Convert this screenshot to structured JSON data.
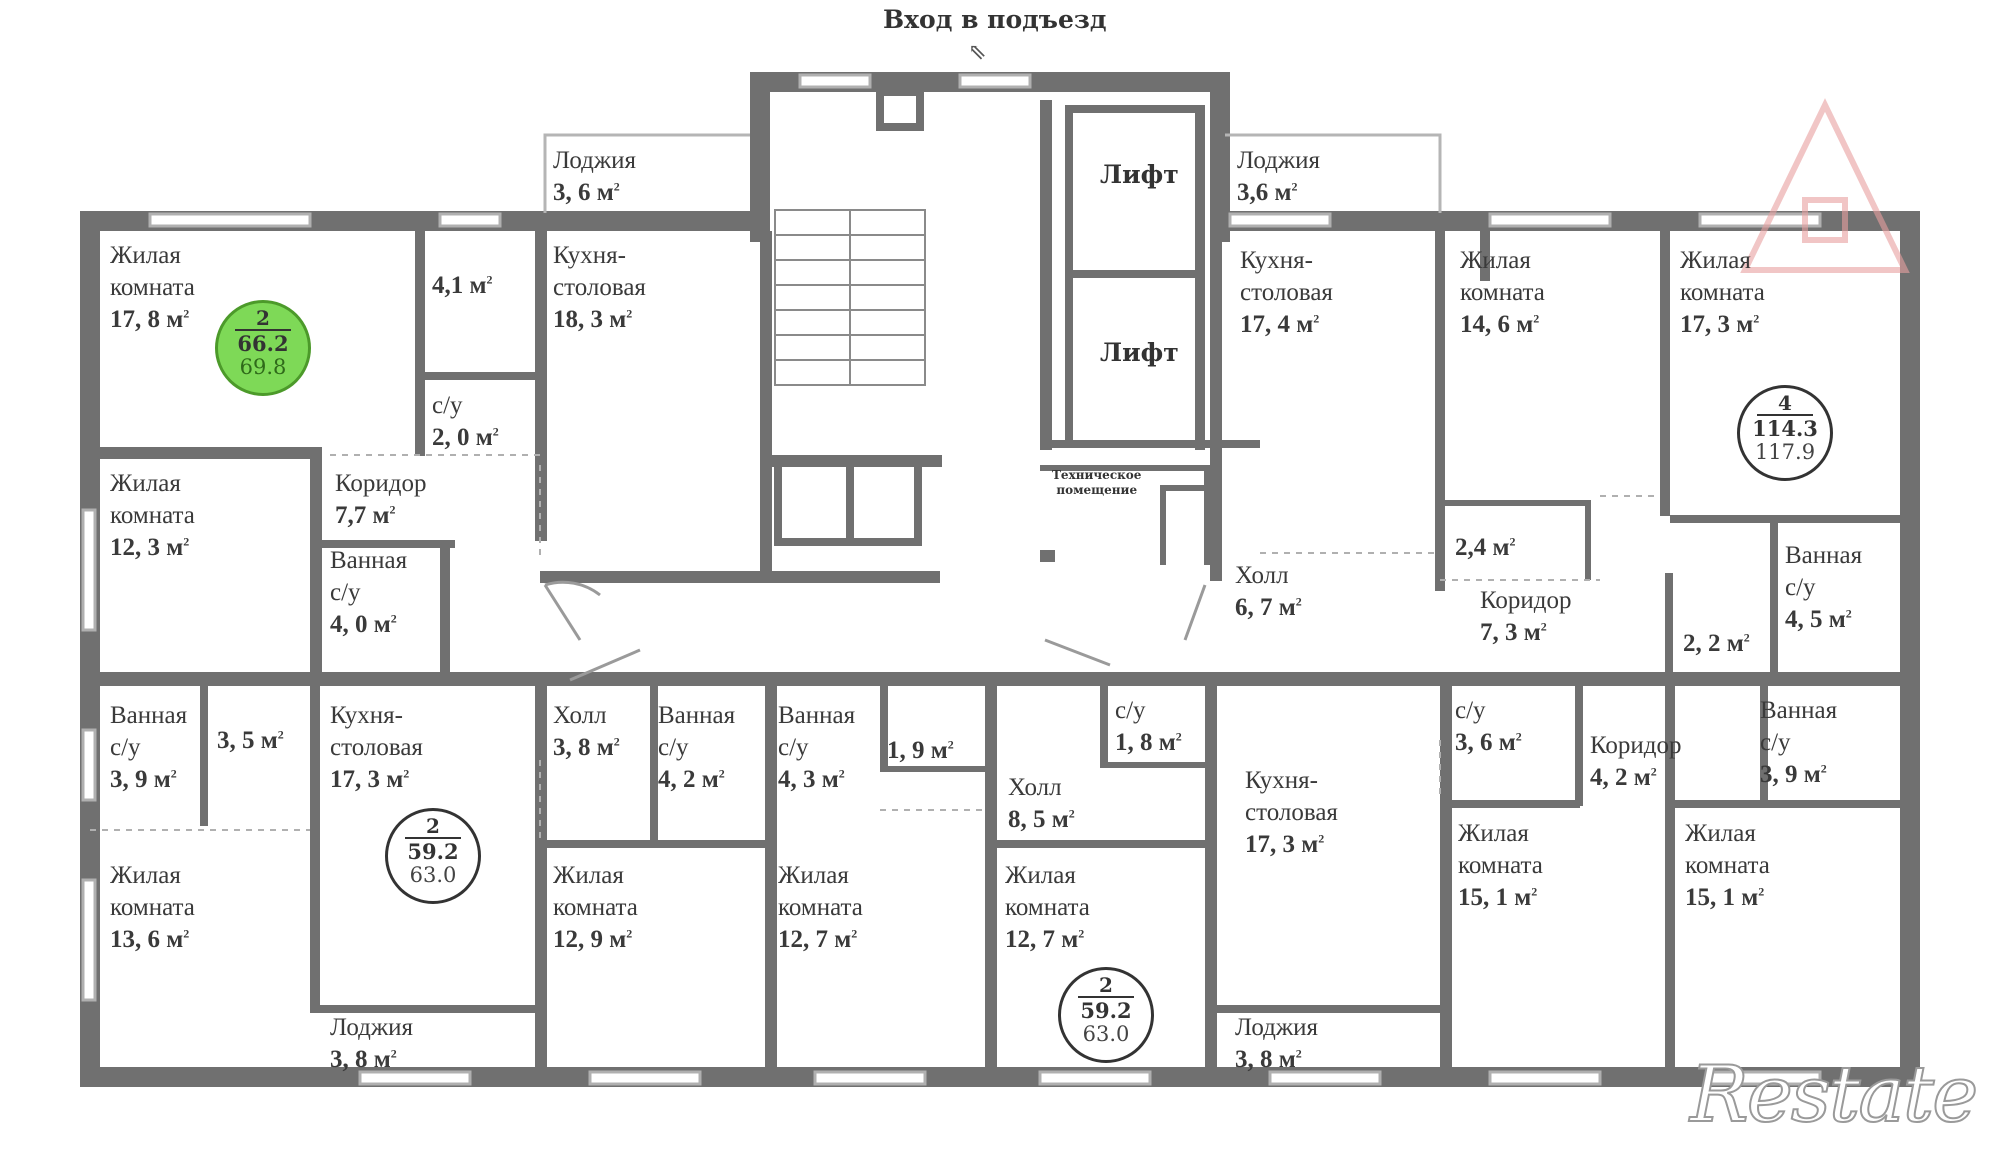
{
  "entrance": {
    "label": "Вход в подъезд"
  },
  "elevators": [
    {
      "label": "Лифт"
    },
    {
      "label": "Лифт"
    }
  ],
  "tech_room": {
    "line1": "Техническое",
    "line2": "помещение"
  },
  "rooms": [
    {
      "name": "Лоджия",
      "area": "3, 6 м"
    },
    {
      "name": "Лоджия",
      "area": "3,6 м"
    },
    {
      "name": "Жилая\nкомната",
      "area": "17, 8 м"
    },
    {
      "name": "",
      "area": "4,1 м"
    },
    {
      "name": "Кухня-\nстоловая",
      "area": "18, 3 м"
    },
    {
      "name": "с/у",
      "area": "2, 0 м"
    },
    {
      "name": "Жилая\nкомната",
      "area": "12, 3 м"
    },
    {
      "name": "Коридор",
      "area": "7,7 м"
    },
    {
      "name": "Ванная\nс/у",
      "area": "4, 0 м"
    },
    {
      "name": "Кухня-\nстоловая",
      "area": "17, 4 м"
    },
    {
      "name": "Жилая\nкомната",
      "area": "14, 6 м"
    },
    {
      "name": "Жилая\nкомната",
      "area": "17, 3 м"
    },
    {
      "name": "Холл",
      "area": "6, 7 м"
    },
    {
      "name": "",
      "area": "2,4 м"
    },
    {
      "name": "Коридор",
      "area": "7, 3 м"
    },
    {
      "name": "Ванная\nс/у",
      "area": "4, 5 м"
    },
    {
      "name": "",
      "area": "2, 2 м"
    },
    {
      "name": "Ванная\nс/у",
      "area": "3, 9 м"
    },
    {
      "name": "",
      "area": "3, 5 м"
    },
    {
      "name": "Кухня-\nстоловая",
      "area": "17, 3 м"
    },
    {
      "name": "Холл",
      "area": "3, 8 м"
    },
    {
      "name": "Ванная\nс/у",
      "area": "4, 2 м"
    },
    {
      "name": "Ванная\nс/у",
      "area": "4, 3 м"
    },
    {
      "name": "",
      "area": "1, 9 м"
    },
    {
      "name": "с/у",
      "area": "1, 8 м"
    },
    {
      "name": "Холл",
      "area": "8, 5 м"
    },
    {
      "name": "Кухня-\nстоловая",
      "area": "17, 3 м"
    },
    {
      "name": "с/у",
      "area": "3, 6 м"
    },
    {
      "name": "Коридор",
      "area": "4, 2 м"
    },
    {
      "name": "Ванная\nс/у",
      "area": "3, 9 м"
    },
    {
      "name": "Жилая\nкомната",
      "area": "13, 6 м"
    },
    {
      "name": "Жилая\nкомната",
      "area": "12, 9 м"
    },
    {
      "name": "Жилая\nкомната",
      "area": "12, 7 м"
    },
    {
      "name": "Жилая\nкомната",
      "area": "12, 7 м"
    },
    {
      "name": "Жилая\nкомната",
      "area": "15, 1 м"
    },
    {
      "name": "Жилая\nкомната",
      "area": "15, 1 м"
    },
    {
      "name": "Лоджия",
      "area": "3, 8 м"
    },
    {
      "name": "Лоджия",
      "area": "3, 8 м"
    }
  ],
  "area_sup": "2",
  "apartments": [
    {
      "rooms": "2",
      "living_area": "66.2",
      "total_area": "69.8",
      "highlighted": true
    },
    {
      "rooms": "4",
      "living_area": "114.3",
      "total_area": "117.9",
      "highlighted": false
    },
    {
      "rooms": "2",
      "living_area": "59.2",
      "total_area": "63.0",
      "highlighted": false
    },
    {
      "rooms": "2",
      "living_area": "59.2",
      "total_area": "63.0",
      "highlighted": false
    }
  ],
  "colors": {
    "wall": "#707070",
    "highlight": "#7ed957",
    "logo": "#e8a0a0"
  },
  "watermark": {
    "text": "Restate"
  }
}
